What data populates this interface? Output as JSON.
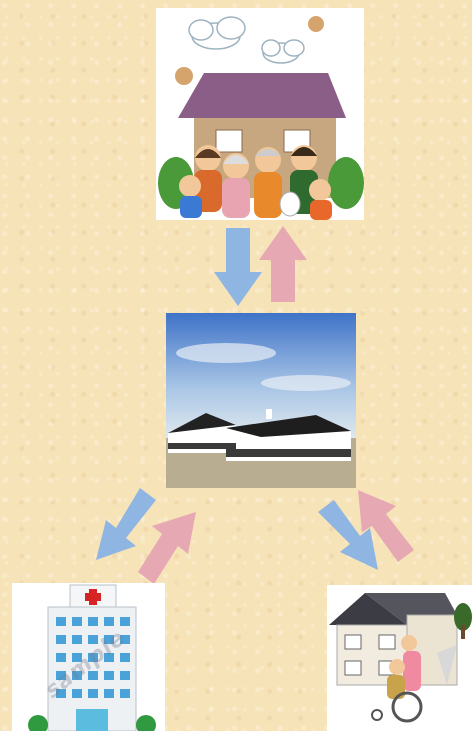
{
  "nodes": [
    {
      "id": "home",
      "icon": "family-home-icon"
    },
    {
      "id": "facility",
      "icon": "rehabilitation-facility-icon"
    },
    {
      "id": "hospital",
      "icon": "hospital-icon"
    },
    {
      "id": "care_home",
      "icon": "care-home-icon"
    }
  ],
  "colors": {
    "arrow_down": "#8fb6e3",
    "arrow_up": "#e6a9b3",
    "background": "#f7e3b8"
  },
  "watermark": "sample"
}
